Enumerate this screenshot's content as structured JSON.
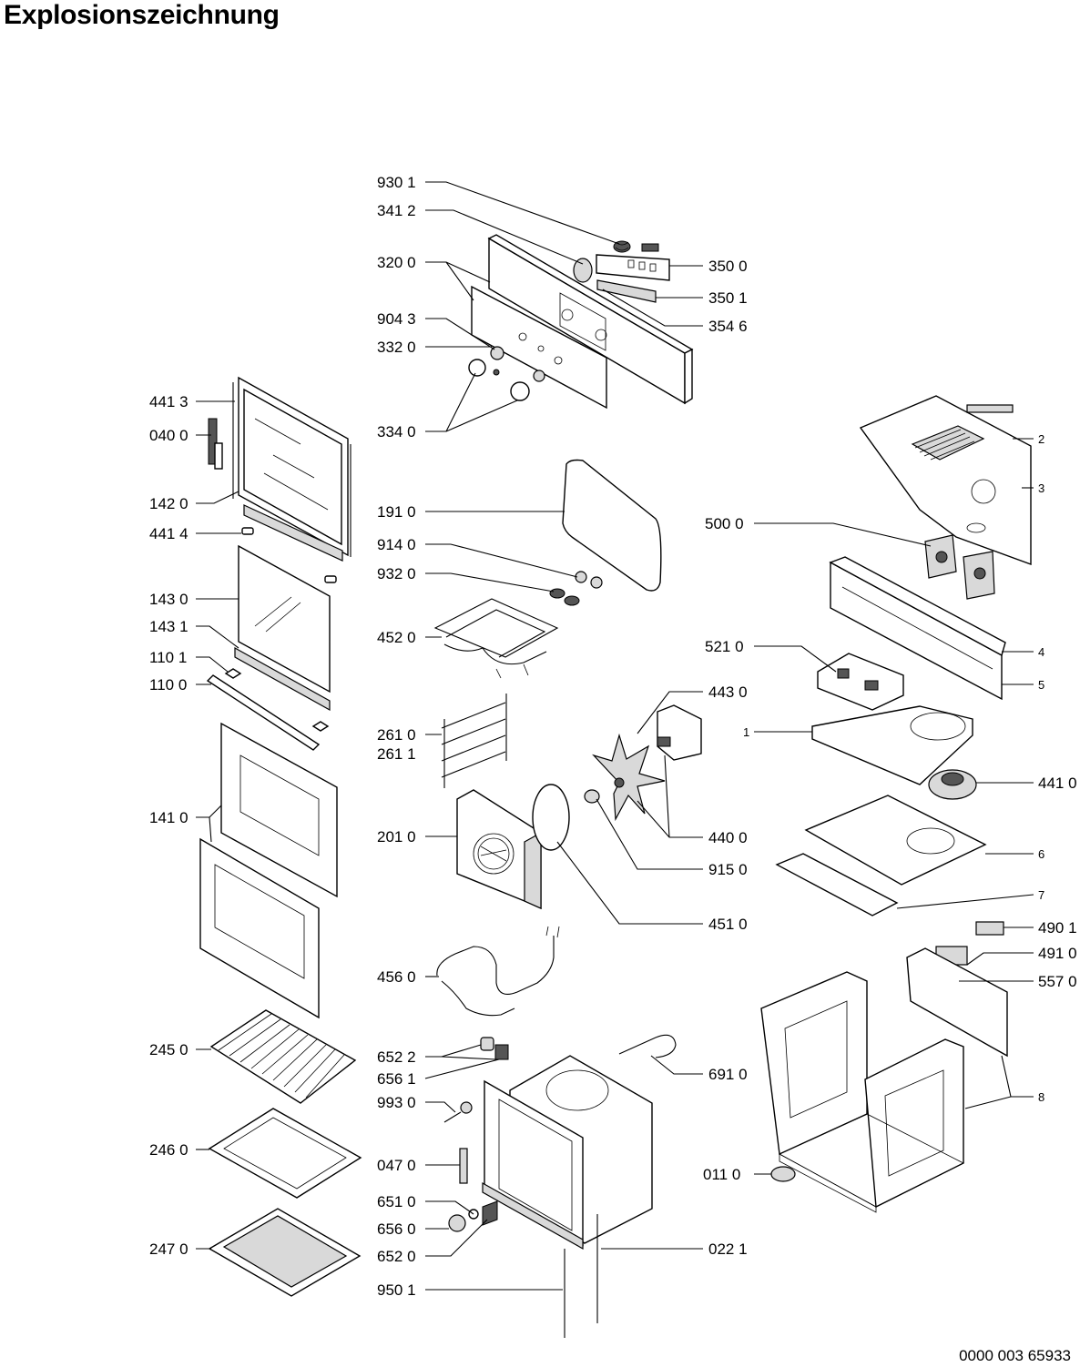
{
  "title": "Explosionszeichnung",
  "document_number": "0000 003 65933",
  "labels": [
    "930 1",
    "341 2",
    "320 0",
    "904 3",
    "332 0",
    "334 0",
    "350 0",
    "350 1",
    "354 6",
    "441 3",
    "040 0",
    "142 0",
    "441 4",
    "143 0",
    "143 1",
    "110 1",
    "110 0",
    "141 0",
    "191 0",
    "914 0",
    "932 0",
    "452 0",
    "261 0",
    "261 1",
    "201 0",
    "443 0",
    "440 0",
    "915 0",
    "451 0",
    "456 0",
    "652 2",
    "656 1",
    "993 0",
    "047 0",
    "651 0",
    "656 0",
    "652 0",
    "950 1",
    "691 0",
    "022 1",
    "245 0",
    "246 0",
    "247 0",
    "2",
    "3",
    "500 0",
    "4",
    "5",
    "521 0",
    "1",
    "441 0",
    "6",
    "7",
    "490 1",
    "491 0",
    "557 0",
    "8",
    "011 0"
  ]
}
